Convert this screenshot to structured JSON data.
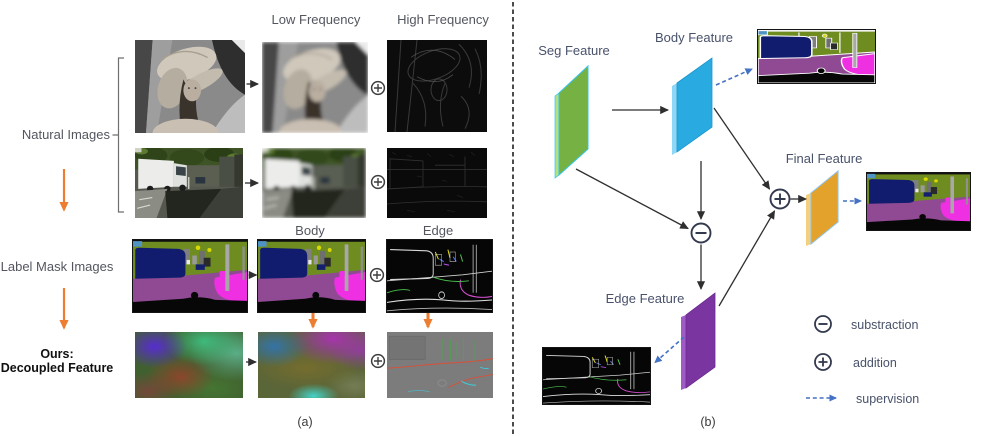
{
  "figure": {
    "panel_a": {
      "caption": "(a)",
      "top_labels": {
        "low_frequency": "Low Frequency",
        "high_frequency": "High Frequency"
      },
      "mid_labels": {
        "body": "Body",
        "edge": "Edge"
      },
      "row_labels": {
        "natural_images": "Natural Images",
        "label_mask_images": "Label Mask Images",
        "ours_prefix": "Ours:",
        "ours_title": "Decoupled Feature"
      }
    },
    "panel_b": {
      "caption": "(b)",
      "nodes": {
        "seg_feature": {
          "label": "Seg Feature",
          "color": "#76B144"
        },
        "body_feature": {
          "label": "Body Feature",
          "color": "#29ABE2"
        },
        "edge_feature": {
          "label": "Edge Feature",
          "color": "#7B35A1"
        },
        "final_feature": {
          "label": "Final Feature",
          "color": "#E2A22B"
        }
      },
      "legend": {
        "subtraction": "substraction",
        "addition": "addition",
        "supervision": "supervision"
      }
    },
    "colors": {
      "supervision_arrow": "#4472C4",
      "connector": "#2f2f2f",
      "highlight_arrow": "#ED7D31"
    }
  }
}
